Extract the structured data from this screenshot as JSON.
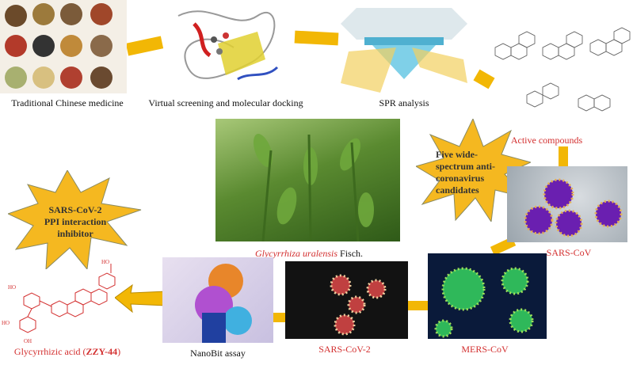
{
  "labels": {
    "tcm": "Traditional Chinese medicine",
    "docking": "Virtual screening and molecular docking",
    "spr": "SPR analysis",
    "active": "Active compounds",
    "plant_italic": "Glycyrrhiza uralensis",
    "plant_rest": " Fisch.",
    "sars_cov": "SARS-CoV",
    "mers_cov": "MERS-CoV",
    "sars_cov2": "SARS-CoV-2",
    "nanobit": "NanoBit assay",
    "glyc_prefix": "Glycyrrhizic acid (",
    "glyc_code": "ZZY-44",
    "glyc_suffix": ")"
  },
  "stars": {
    "five": "Five wide-spectrum anti-coronavirus candidates",
    "ppi": "SARS-CoV-2 PPI interaction inhibitor"
  },
  "colors": {
    "arrow": "#f2b705",
    "star": "#f5b820",
    "red_text": "#d32f2f"
  }
}
